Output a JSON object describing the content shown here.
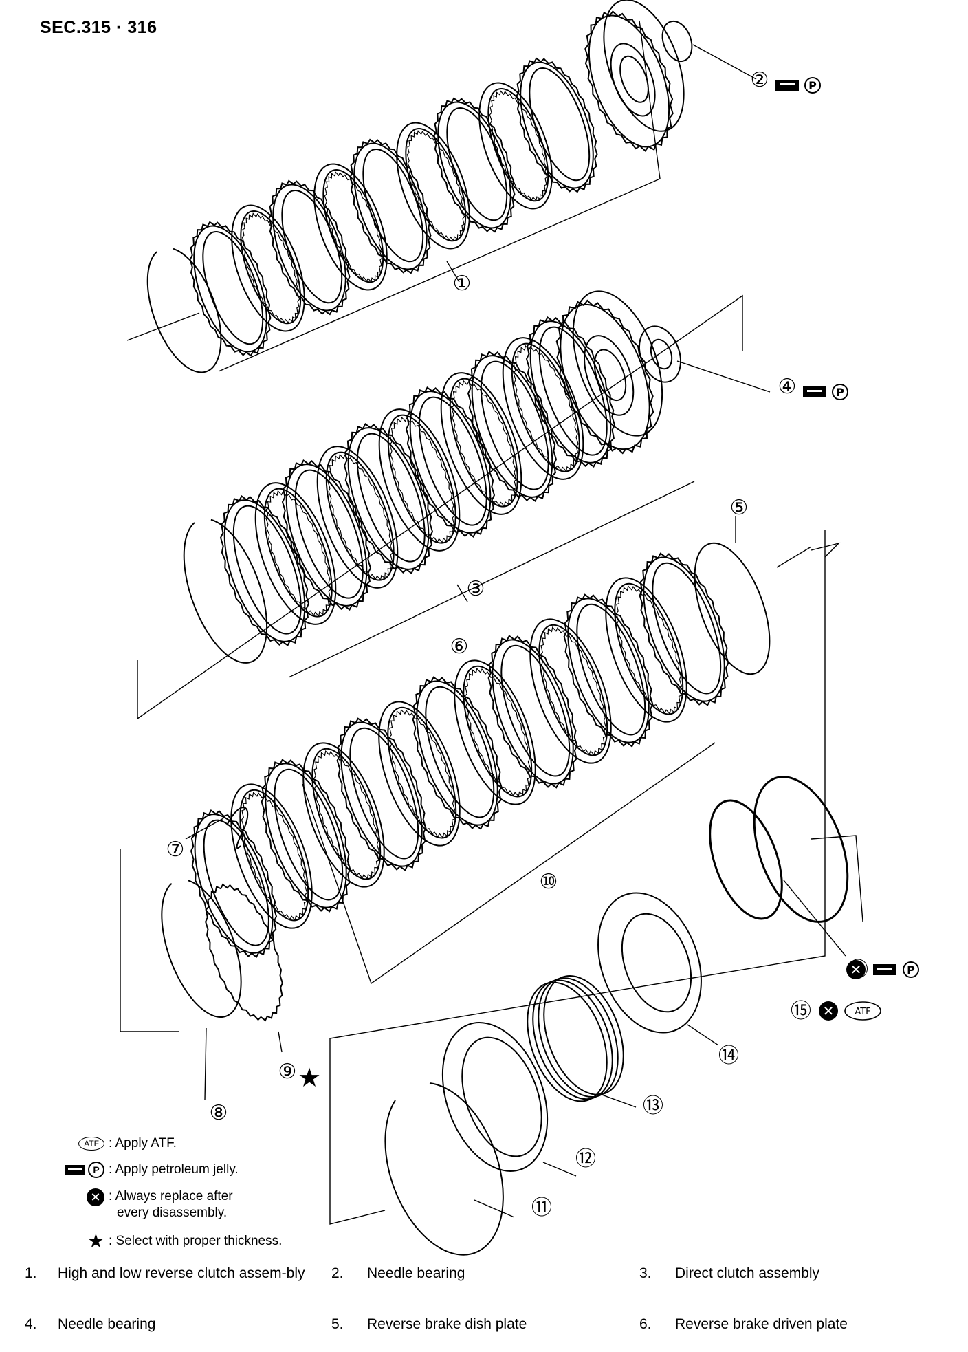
{
  "section_code": "SEC.315 · 316",
  "callouts": [
    {
      "id": "1",
      "label": "①"
    },
    {
      "id": "2",
      "label": "②"
    },
    {
      "id": "3",
      "label": "③"
    },
    {
      "id": "4",
      "label": "④"
    },
    {
      "id": "5",
      "label": "⑤"
    },
    {
      "id": "6",
      "label": "⑥"
    },
    {
      "id": "7",
      "label": "⑦"
    },
    {
      "id": "8",
      "label": "⑧"
    },
    {
      "id": "9",
      "label": "⑨"
    },
    {
      "id": "10",
      "label": "⑩"
    },
    {
      "id": "11",
      "label": "⑪"
    },
    {
      "id": "12",
      "label": "⑫"
    },
    {
      "id": "13",
      "label": "⑬"
    },
    {
      "id": "14",
      "label": "⑭"
    },
    {
      "id": "15",
      "label": "⑮"
    },
    {
      "id": "16",
      "label": "⑯"
    }
  ],
  "symbols": {
    "atf": "ATF",
    "p": "P",
    "x": "✕",
    "star": "★"
  },
  "legend": {
    "atf": ": Apply ATF.",
    "jelly": ": Apply petroleum jelly.",
    "replace_1": ": Always replace after",
    "replace_2": "every disassembly.",
    "select": ": Select with proper thickness."
  },
  "parts": [
    {
      "num": "1.",
      "name": "High and low reverse clutch assem-bly"
    },
    {
      "num": "2.",
      "name": "Needle bearing"
    },
    {
      "num": "3.",
      "name": "Direct clutch assembly"
    },
    {
      "num": "4.",
      "name": "Needle bearing"
    },
    {
      "num": "5.",
      "name": "Reverse brake dish plate"
    },
    {
      "num": "6.",
      "name": "Reverse brake driven plate"
    }
  ]
}
